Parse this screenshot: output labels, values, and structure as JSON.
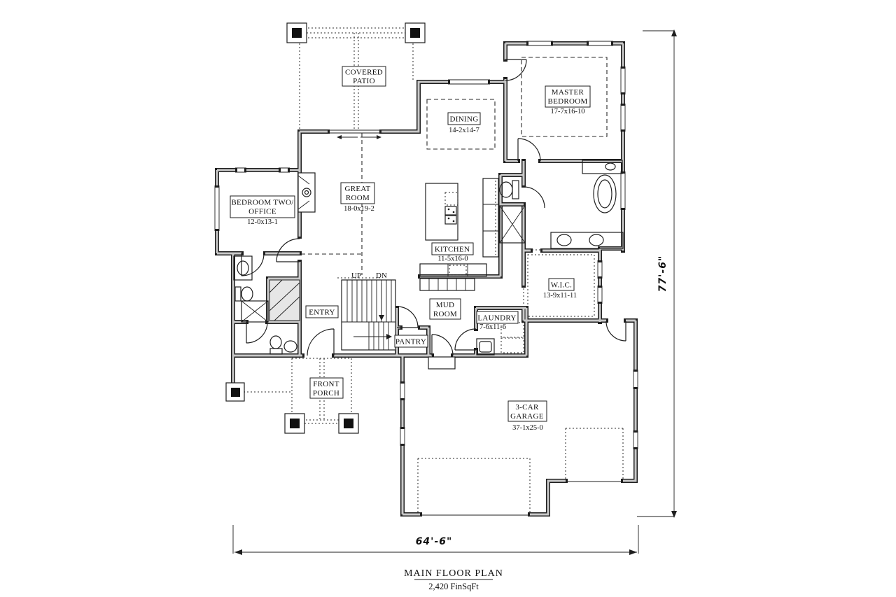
{
  "page": {
    "background": "#ffffff",
    "line_color": "#1e1e1e",
    "wall_core": "#c9c9c9"
  },
  "title": {
    "main": "MAIN FLOOR PLAN",
    "sqft": "2,420 FinSqFt"
  },
  "dimensions": {
    "width": "64'-6\"",
    "height": "77'-6\""
  },
  "stairs": {
    "up": "UP",
    "down": "DN"
  },
  "rooms": [
    {
      "id": "covered-patio",
      "name_lines": [
        "COVERED",
        "PATIO"
      ],
      "dim": ""
    },
    {
      "id": "dining",
      "name_lines": [
        "DINING"
      ],
      "dim": "14-2x14-7"
    },
    {
      "id": "master-bedroom",
      "name_lines": [
        "MASTER",
        "BEDROOM"
      ],
      "dim": "17-7x16-10"
    },
    {
      "id": "great-room",
      "name_lines": [
        "GREAT",
        "ROOM"
      ],
      "dim": "18-0x19-2"
    },
    {
      "id": "bedroom-two-office",
      "name_lines": [
        "BEDROOM TWO/",
        "OFFICE"
      ],
      "dim": "12-0x13-1"
    },
    {
      "id": "kitchen",
      "name_lines": [
        "KITCHEN"
      ],
      "dim": "11-5x16-0"
    },
    {
      "id": "wic",
      "name_lines": [
        "W.I.C."
      ],
      "dim": "13-9x11-11"
    },
    {
      "id": "entry",
      "name_lines": [
        "ENTRY"
      ],
      "dim": ""
    },
    {
      "id": "mud-room",
      "name_lines": [
        "MUD",
        "ROOM"
      ],
      "dim": ""
    },
    {
      "id": "laundry",
      "name_lines": [
        "LAUNDRY"
      ],
      "dim": "7-6x11-6"
    },
    {
      "id": "pantry",
      "name_lines": [
        "PANTRY"
      ],
      "dim": ""
    },
    {
      "id": "front-porch",
      "name_lines": [
        "FRONT",
        "PORCH"
      ],
      "dim": ""
    },
    {
      "id": "garage",
      "name_lines": [
        "3-CAR",
        "GARAGE"
      ],
      "dim": "37-1x25-0"
    }
  ]
}
